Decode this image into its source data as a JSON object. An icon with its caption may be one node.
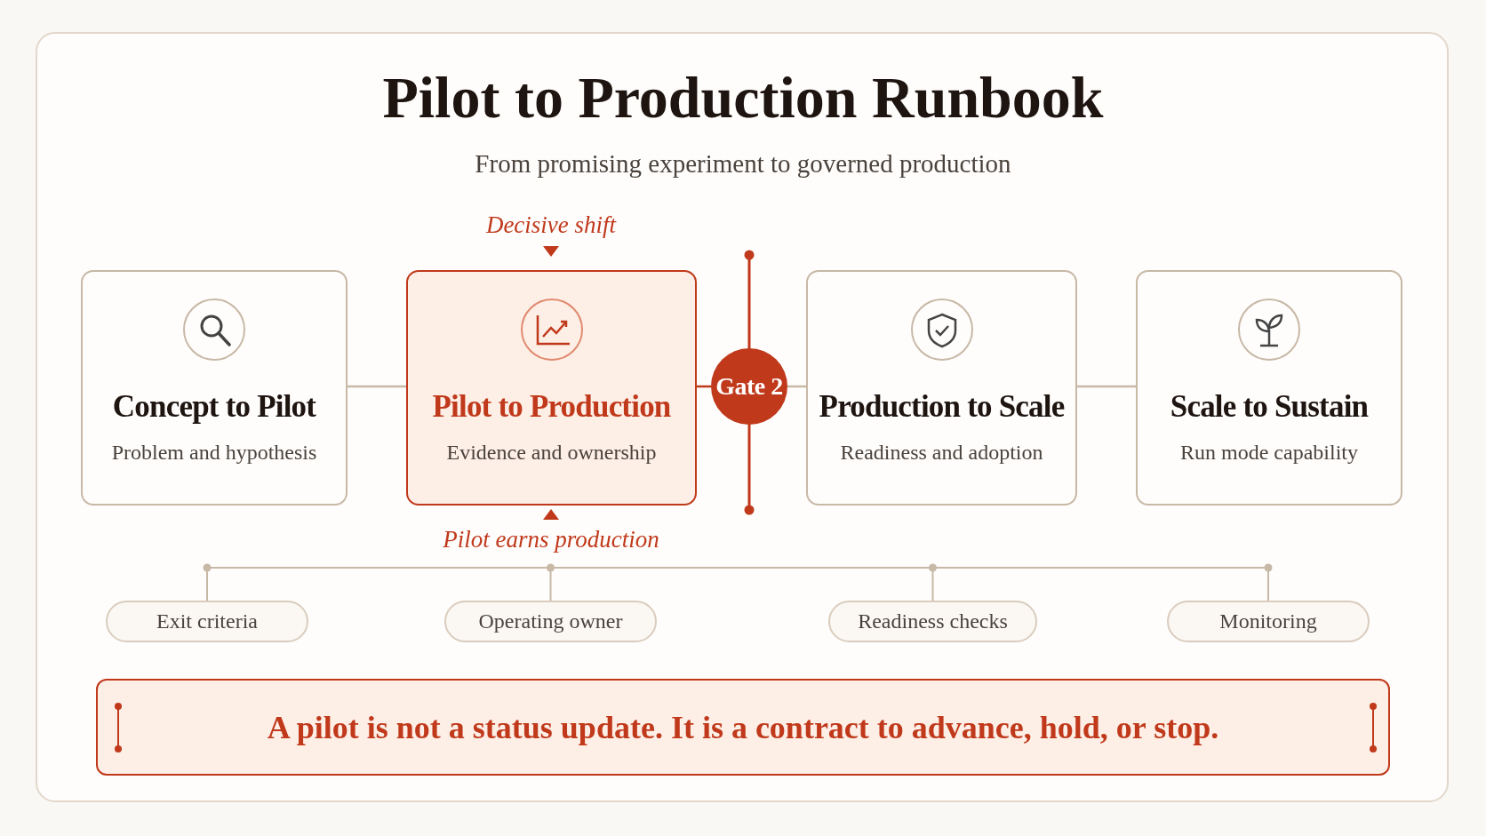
{
  "diagram": {
    "title": "Pilot to Production Runbook",
    "caption": "From promising experiment to governed production",
    "nodes": [
      {
        "text": [
          "Concept to Pilot",
          "Problem and hypothesis"
        ]
      },
      {
        "text": [
          "Pilot to Production",
          "Evidence and ownership"
        ]
      },
      {
        "text": [
          "Gate 2"
        ]
      },
      {
        "text": [
          "Production to Scale",
          "Readiness and adoption"
        ]
      },
      {
        "text": [
          "Scale to Sustain",
          "Run mode capability"
        ]
      },
      {
        "text": [
          "Exit criteria"
        ]
      },
      {
        "text": [
          "Operating owner"
        ]
      },
      {
        "text": [
          "Readiness checks"
        ]
      },
      {
        "text": [
          "Monitoring"
        ]
      },
      {
        "text": [
          "A pilot is not a status update. It is a contract to advance, hold, or stop."
        ]
      }
    ],
    "edges": [
      {
        "from": 0,
        "to": 1,
        "arrow": "none"
      },
      {
        "from": 1,
        "to": 2,
        "arrow": "none",
        "color": "#c0391b"
      },
      {
        "from": 2,
        "to": 3,
        "arrow": "none"
      },
      {
        "from": 3,
        "to": 4,
        "arrow": "none"
      }
    ],
    "labels": [
      "Decisive shift",
      "Pilot earns production"
    ]
  }
}
